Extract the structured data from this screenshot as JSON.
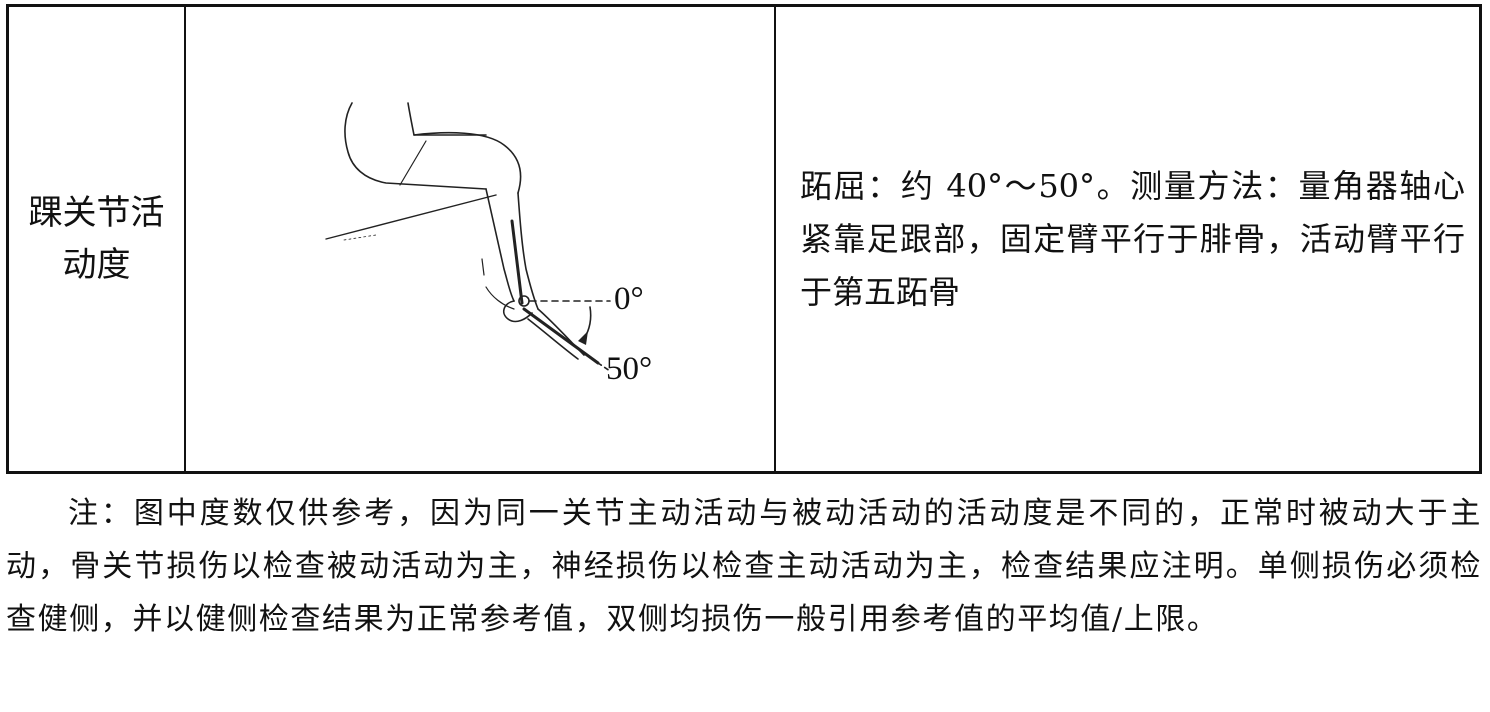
{
  "table": {
    "row_name": "踝关节活动度",
    "figure": {
      "label_0": "0°",
      "label_50": "50°",
      "icon": "ankle-goniometer-illustration"
    },
    "description": "跖屈：约 40°～50°。测量方法：量角器轴心紧靠足跟部，固定臂平行于腓骨，活动臂平行于第五跖骨"
  },
  "note": "注：图中度数仅供参考，因为同一关节主动活动与被动活动的活动度是不同的，正常时被动大于主动，骨关节损伤以检查被动活动为主，神经损伤以检查主动活动为主，检查结果应注明。单侧损伤必须检查健侧，并以健侧检查结果为正常参考值，双侧均损伤一般引用参考值的平均值/上限。"
}
